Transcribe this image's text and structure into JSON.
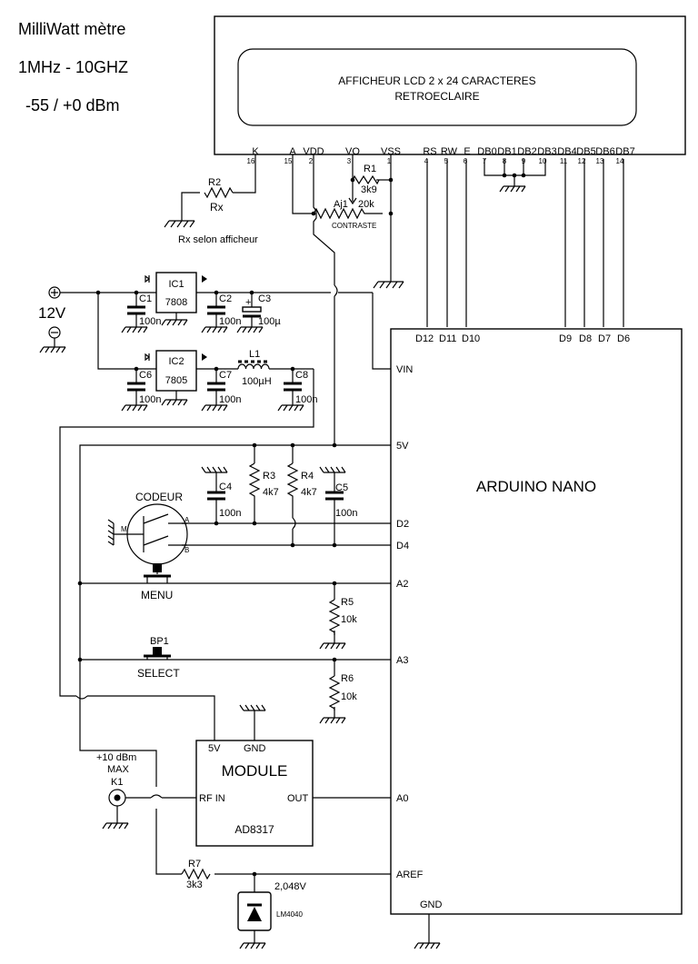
{
  "title_lines": [
    "MilliWatt mètre",
    "1MHz - 10GHZ",
    "-55 / +0 dBm"
  ],
  "lcd": {
    "line1": "AFFICHEUR LCD 2 x 24 CARACTERES",
    "line2": "RETROECLAIRE",
    "pins": [
      {
        "name": "K",
        "num": "16"
      },
      {
        "name": "A",
        "num": "15"
      },
      {
        "name": "VDD",
        "num": "2"
      },
      {
        "name": "VO",
        "num": "3"
      },
      {
        "name": "VSS",
        "num": "1"
      },
      {
        "name": "RS",
        "num": "4"
      },
      {
        "name": "RW",
        "num": "5"
      },
      {
        "name": "E",
        "num": "6"
      },
      {
        "name": "DB0",
        "num": "7"
      },
      {
        "name": "DB1",
        "num": "8"
      },
      {
        "name": "DB2",
        "num": "9"
      },
      {
        "name": "DB3",
        "num": "10"
      },
      {
        "name": "DB4",
        "num": "11"
      },
      {
        "name": "DB5",
        "num": "12"
      },
      {
        "name": "DB6",
        "num": "13"
      },
      {
        "name": "DB7",
        "num": "14"
      }
    ]
  },
  "components": {
    "r1": {
      "ref": "R1",
      "value": "3k9"
    },
    "r2": {
      "ref": "R2",
      "value": "Rx"
    },
    "rx_note": "Rx selon afficheur",
    "aj1": {
      "ref": "Aj1",
      "value": "20k",
      "label": "CONTRASTE"
    },
    "supply": "12V",
    "ic1": {
      "ref": "IC1",
      "value": "7808"
    },
    "ic2": {
      "ref": "IC2",
      "value": "7805"
    },
    "c1": {
      "ref": "C1",
      "value": "100n"
    },
    "c2": {
      "ref": "C2",
      "value": "100n"
    },
    "c3": {
      "ref": "C3",
      "value": "100µ",
      "plus": "+"
    },
    "c6": {
      "ref": "C6",
      "value": "100n"
    },
    "c7": {
      "ref": "C7",
      "value": "100n"
    },
    "c8": {
      "ref": "C8",
      "value": "100n"
    },
    "l1": {
      "ref": "L1",
      "value": "100µH"
    },
    "c4": {
      "ref": "C4",
      "value": "100n"
    },
    "c5": {
      "ref": "C5",
      "value": "100n"
    },
    "r3": {
      "ref": "R3",
      "value": "4k7"
    },
    "r4": {
      "ref": "R4",
      "value": "4k7"
    },
    "r5": {
      "ref": "R5",
      "value": "10k"
    },
    "r6": {
      "ref": "R6",
      "value": "10k"
    },
    "r7": {
      "ref": "R7",
      "value": "3k3"
    },
    "codeur": {
      "label": "CODEUR",
      "m": "M",
      "a": "A",
      "b": "B"
    },
    "menu": "MENU",
    "bp1": {
      "ref": "BP1",
      "label": "SELECT"
    },
    "k1": {
      "ref": "K1",
      "note1": "+10 dBm",
      "note2": "MAX"
    },
    "module": {
      "title": "MODULE",
      "chip": "AD8317",
      "pin_5v": "5V",
      "pin_gnd": "GND",
      "pin_rfin": "RF IN",
      "pin_out": "OUT"
    },
    "ref_voltage": "2,048V",
    "lm4040": "LM4040"
  },
  "arduino": {
    "name": "ARDUINO NANO",
    "top_pins": [
      "D12",
      "D11",
      "D10",
      "D9",
      "D8",
      "D7",
      "D6"
    ],
    "left_pins": [
      "VIN",
      "5V",
      "D2",
      "D4",
      "A2",
      "A3",
      "A0",
      "AREF"
    ],
    "gnd": "GND"
  }
}
